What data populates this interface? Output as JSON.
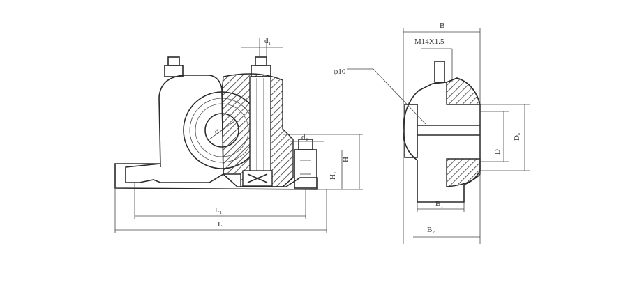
{
  "drawing": {
    "front_view_labels": {
      "d1": "d₁",
      "d": "d",
      "d2": "d₂",
      "H": "H",
      "H1": "H₁",
      "L1": "L₁",
      "L": "L"
    },
    "side_view_labels": {
      "B": "B",
      "thread": "M14X1.5",
      "oil_hole": "φ10",
      "D": "D",
      "Da": "Dₐ",
      "B1": "B₁",
      "B2": "B₂"
    }
  }
}
